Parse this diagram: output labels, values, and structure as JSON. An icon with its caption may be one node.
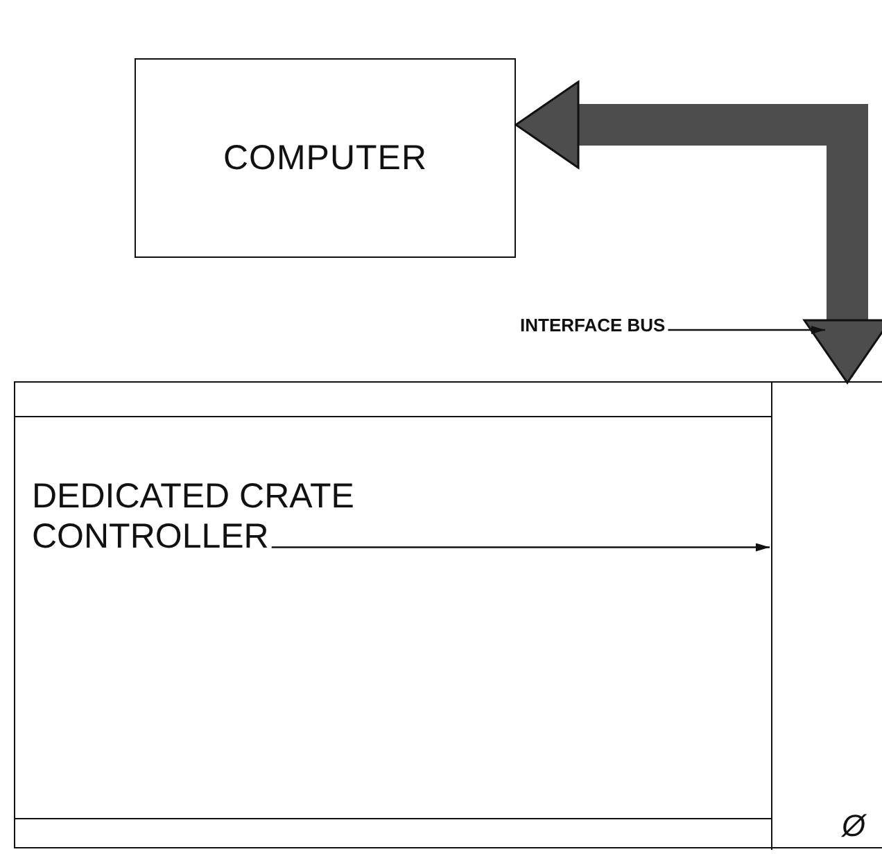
{
  "diagram": {
    "nodes": [
      {
        "text": [
          "COMPUTER"
        ]
      },
      {
        "text": [],
        "shape": "box"
      },
      {
        "text": [
          "DEDICATED CRATE CONTROLLER"
        ],
        "in": 1
      },
      {
        "text": [],
        "shape": "box",
        "in": 1
      },
      {
        "text": [
          "INTERFACE BUS"
        ]
      }
    ],
    "edges": [
      {
        "from": 0,
        "to": 3,
        "arrow": "both",
        "style": "thick",
        "color": "#4d4d4d"
      },
      {
        "from": 4,
        "to": null,
        "arrow": "to"
      },
      {
        "from": 2,
        "to": 3,
        "arrow": "to"
      }
    ],
    "labels": [
      "Ø"
    ]
  }
}
